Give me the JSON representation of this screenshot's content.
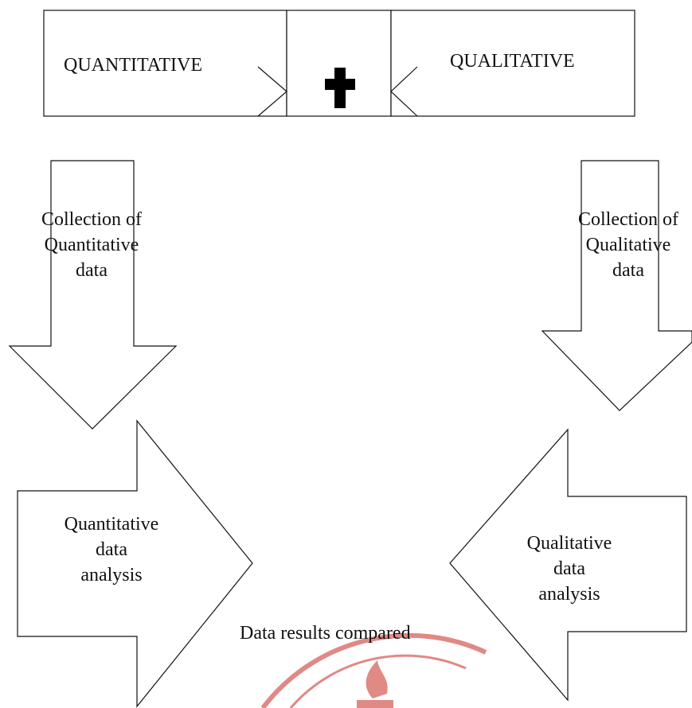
{
  "header": {
    "left_label": "QUANTITATIVE",
    "right_label": "QUALITATIVE",
    "plus_label": "+"
  },
  "left_down_arrow": {
    "lines": [
      "Collection of",
      "Quantitative",
      "data"
    ]
  },
  "right_down_arrow": {
    "lines": [
      "Collection of",
      "Qualitative",
      "data"
    ]
  },
  "left_right_arrow": {
    "lines": [
      "Quantitative",
      "data",
      "analysis"
    ]
  },
  "right_left_arrow": {
    "lines": [
      "Qualitative",
      "data",
      "analysis"
    ]
  },
  "footer": {
    "comparison_label": "Data results compared"
  },
  "colors": {
    "stroke": "#111111",
    "fill": "#ffffff",
    "plus": "#000000",
    "watermark": "#d14b45"
  }
}
